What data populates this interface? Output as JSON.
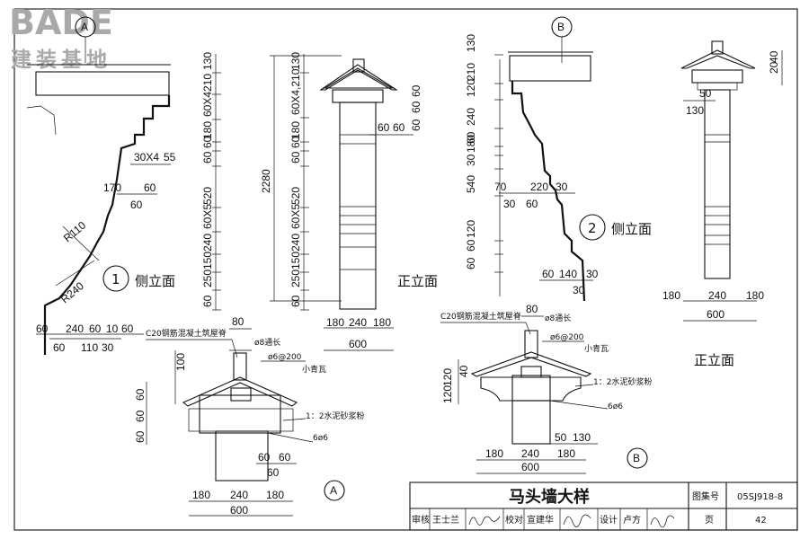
{
  "logo": {
    "brand": "BADE",
    "subtitle": "建装基地"
  },
  "markers": {
    "a": "A",
    "b": "B"
  },
  "left_side": {
    "title": "侧立面",
    "number": "1",
    "radius_top": "R110",
    "radius_bottom": "R240",
    "dims": [
      "30X4",
      "55",
      "170",
      "60",
      "60"
    ],
    "bottom_row1": [
      "60",
      "240",
      "60",
      "10",
      "60"
    ],
    "bottom_row2": [
      "60",
      "110",
      "30"
    ]
  },
  "left_vertical_dims": [
    "130",
    "210",
    "60X4",
    "180",
    "60",
    "60",
    "520",
    "60X5",
    "240",
    "150",
    "250",
    "60"
  ],
  "left_front": {
    "title": "正立面",
    "total_height": "2280",
    "vertical_dims": [
      "130",
      "60X4,210",
      "180",
      "60",
      "60",
      "520",
      "60X5",
      "240",
      "150",
      "250",
      "60"
    ],
    "cap_dims": [
      "60",
      "60",
      "60",
      "60",
      "60"
    ],
    "bottom_row": [
      "180",
      "240",
      "180"
    ],
    "bottom_total": "600"
  },
  "right_vertical_dims": [
    "130",
    "210",
    "120",
    "240",
    "60",
    "180",
    "30",
    "540",
    "120",
    "60",
    "60"
  ],
  "right_side": {
    "title": "侧立面",
    "number": "2",
    "dims": [
      "70",
      "220",
      "30",
      "30",
      "60",
      "60",
      "140",
      "30",
      "30"
    ]
  },
  "right_front": {
    "title": "正立面",
    "cap_dims": [
      "20",
      "40",
      "50",
      "130"
    ],
    "bottom_row": [
      "180",
      "240",
      "180"
    ],
    "bottom_total": "600"
  },
  "detail_a": {
    "ridge_label": "C20钢筋混凝土筑屋脊",
    "top_dim": "80",
    "rebar_long": "ø8通长",
    "rebar_ring": "ø6@200",
    "tile_label": "小青瓦",
    "mortar_label": "1：2水泥砂浆粉",
    "bar_label": "6ø6",
    "left_dims": [
      "100",
      "60",
      "60",
      "60"
    ],
    "small_dims": [
      "60",
      "60",
      "60"
    ],
    "bottom_row": [
      "180",
      "240",
      "180"
    ],
    "bottom_total": "600"
  },
  "detail_b": {
    "ridge_label": "C20钢筋混凝土筑屋脊",
    "top_dim": "80",
    "rebar_long": "ø8通长",
    "rebar_ring": "ø6@200",
    "tile_label": "小青瓦",
    "mortar_label": "1：2水泥砂浆粉",
    "bar_label": "6ø6",
    "left_dims": [
      "120",
      "120",
      "40"
    ],
    "small_dims": [
      "50",
      "130"
    ],
    "bottom_row": [
      "180",
      "240",
      "180"
    ],
    "bottom_total": "600"
  },
  "title_block": {
    "title": "马头墙大样",
    "atlas_label": "图集号",
    "atlas_value": "05SJ918-8",
    "review_label": "审核",
    "review_name": "王士兰",
    "check_label": "校对",
    "check_name": "宣建华",
    "design_label": "设计",
    "design_name": "卢方",
    "page_label": "页",
    "page_value": "42"
  }
}
